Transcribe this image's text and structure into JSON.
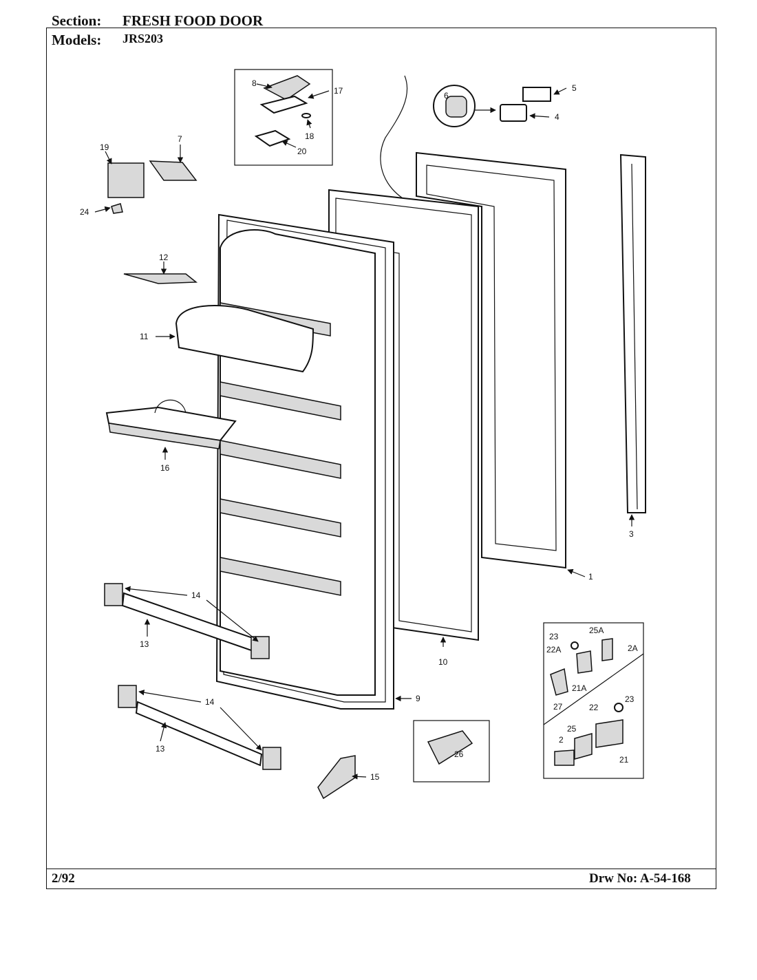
{
  "header": {
    "section_label": "Section:",
    "section_value": "FRESH FOOD DOOR",
    "models_label": "Models:",
    "models_value": "JRS203"
  },
  "footer": {
    "date": "2/92",
    "drawing_number": "Drw No: A-54-168"
  },
  "callouts": {
    "c1": "1",
    "c2": "2",
    "c2A": "2A",
    "c3": "3",
    "c4": "4",
    "c5": "5",
    "c6": "6",
    "c7": "7",
    "c8": "8",
    "c9": "9",
    "c10": "10",
    "c11": "11",
    "c12": "12",
    "c13a": "13",
    "c13b": "13",
    "c14a": "14",
    "c14b": "14",
    "c15": "15",
    "c16": "16",
    "c17": "17",
    "c18": "18",
    "c19": "19",
    "c20": "20",
    "c21": "21",
    "c21A": "21A",
    "c22": "22",
    "c22A": "22A",
    "c23a": "23",
    "c23b": "23",
    "c24": "24",
    "c25": "25",
    "c25A": "25A",
    "c26": "26",
    "c27": "27"
  }
}
